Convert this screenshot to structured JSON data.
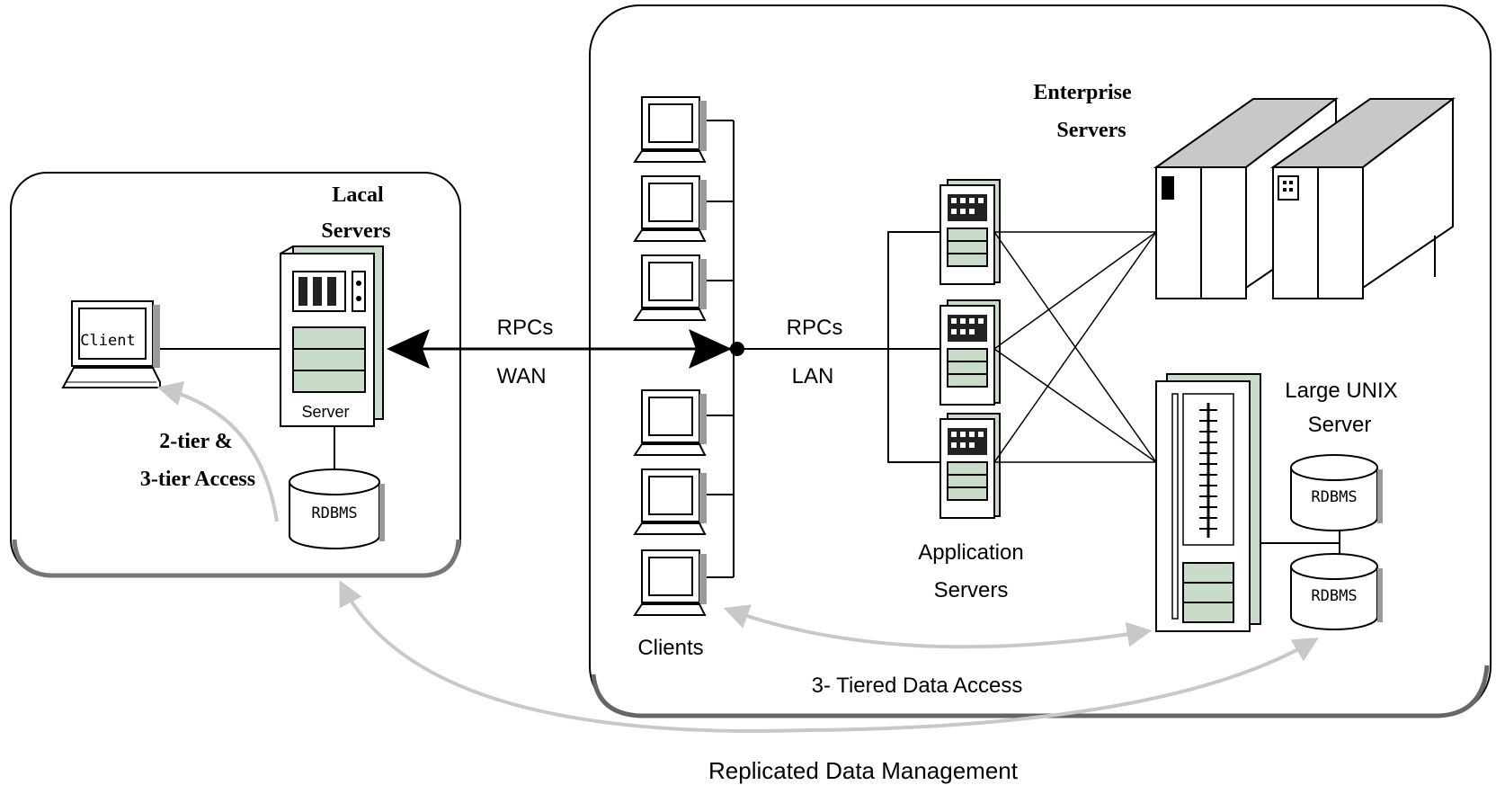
{
  "labels": {
    "local_servers_line1": "Lacal",
    "local_servers_line2": "Servers",
    "client_screen": "Client",
    "server_box": "Server",
    "local_rdbms": "RDBMS",
    "two_three_tier_line1": "2-tier &",
    "two_three_tier_line2": "3-tier Access",
    "rpcs_wan": "RPCs",
    "wan": "WAN",
    "rpcs_lan": "RPCs",
    "lan": "LAN",
    "enterprise_line1": "Enterprise",
    "enterprise_line2": "Servers",
    "app_servers_line1": "Application",
    "app_servers_line2": "Servers",
    "clients": "Clients",
    "large_unix_line1": "Large UNIX",
    "large_unix_line2": "Server",
    "unix_rdbms_top": "RDBMS",
    "unix_rdbms_bottom": "RDBMS",
    "three_tiered": "3- Tiered Data Access",
    "replicated": "Replicated Data Management"
  },
  "colors": {
    "line": "#000000",
    "accent_green": "#c9dcc9",
    "arrow_gray": "#c8c8c8",
    "shadow_gray": "#9a9a9a"
  },
  "icons": [
    "client-computer-icon",
    "local-server-icon",
    "database-icon",
    "application-server-icon",
    "enterprise-server-icon",
    "unix-server-icon",
    "arrow-icon"
  ]
}
